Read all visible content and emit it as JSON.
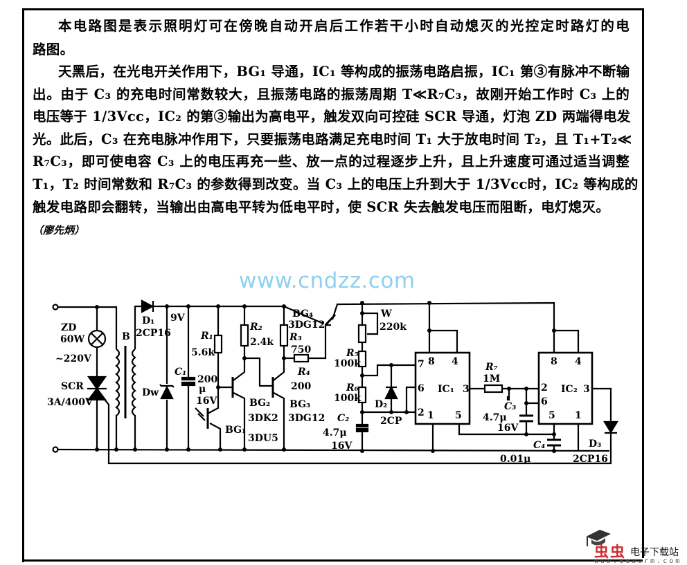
{
  "document": {
    "paragraph1": [
      "本电路图是表示照明灯可在傍晚自动开启后工作若干小时自动熄灭的光控定时路灯的电",
      "路图。"
    ],
    "paragraph2": [
      "天黑后，在光电开关作用下，BG₁ 导通，IC₁ 等构成的振荡电路启振，IC₁ 第③有脉冲不断输",
      "出。由于 C₃ 的充电时间常数较大，且振荡电路的振荡周期 T≪R₇C₃，故刚开始工作时 C₃ 上的",
      "电压等于 1/3Vcc，IC₂ 的第③输出为高电平，触发双向可控硅 SCR 导通，灯泡 ZD 两端得电发",
      "光。此后，C₃ 在充电脉冲作用下，只要振荡电路满足充电时间 T₁ 大于放电时间 T₂，且 T₁+T₂≪",
      "R₇C₃，即可使电容 C₃ 上的电压再充一些、放一点的过程逐步上升，且上升速度可通过适当调整",
      "T₁，T₂ 时间常数和 R₇C₃ 的参数得到改变。当 C₃ 上的电压上升到大于 1/3Vcc时，IC₂ 等构成的",
      "触发电路即会翻转，当输出由高电平转为低电平时，使 SCR 失去触发电压而阻断，电灯熄灭。"
    ],
    "author": "（廖先炳）"
  },
  "watermark": "www.cndzz.com",
  "circuit": {
    "labels": {
      "zd": "ZD",
      "zd_power": "60W",
      "mains": "~220V",
      "scr": "SCR",
      "scr_rating": "3A/400V",
      "transformer": "B",
      "d1": "D₁",
      "d1_type": "2CP16",
      "v9": "9V",
      "dw": "Dw",
      "c1": "C₁",
      "c1_value": "200",
      "c1_unit": "μ",
      "c1_voltage": "16V",
      "r1": "R₁",
      "r1_value": "5.6k",
      "r2": "R₂",
      "r2_value": "2.4k",
      "r3": "R₃",
      "r3_value": "750",
      "r4": "R₄",
      "r4_value": "200",
      "bg1": "BG₁",
      "bg1_type": "3DU5",
      "bg2": "BG₂",
      "bg2_type": "3DK2",
      "bg3": "BG₃",
      "bg3_type": "3DG12",
      "bg4": "BG₄",
      "bg4_type": "3DG12",
      "w": "W",
      "w_value": "220k",
      "r5": "R₅",
      "r5_value": "100k",
      "r6": "R₆",
      "r6_value": "100k",
      "c2": "C₂",
      "c2_value": "4.7μ",
      "c2_voltage": "16V",
      "d2": "D₂",
      "d2_type": "2CP",
      "ic1": "IC₁",
      "ic2": "IC₂",
      "r7": "R₇",
      "r7_value": "1M",
      "c3": "C₃",
      "c3_value": "4.7μ",
      "c3_voltage": "16V",
      "c4": "C₄",
      "c4_value": "0.01μ",
      "d3": "D₃",
      "d3_type": "2CP16",
      "ic1_pins": {
        "p8": "8",
        "p4": "4",
        "p7": "7",
        "p6": "6",
        "p2": "2",
        "p1": "1",
        "p5": "5",
        "p3": "3"
      },
      "ic2_pins": {
        "p8": "8",
        "p4": "4",
        "p2": "2",
        "p6": "6",
        "p5": "5",
        "p1": "1",
        "p3": "3"
      }
    }
  },
  "logo": {
    "brand": "虫虫",
    "tagline": "电子下载站",
    "url": "www.eeworm.com"
  }
}
